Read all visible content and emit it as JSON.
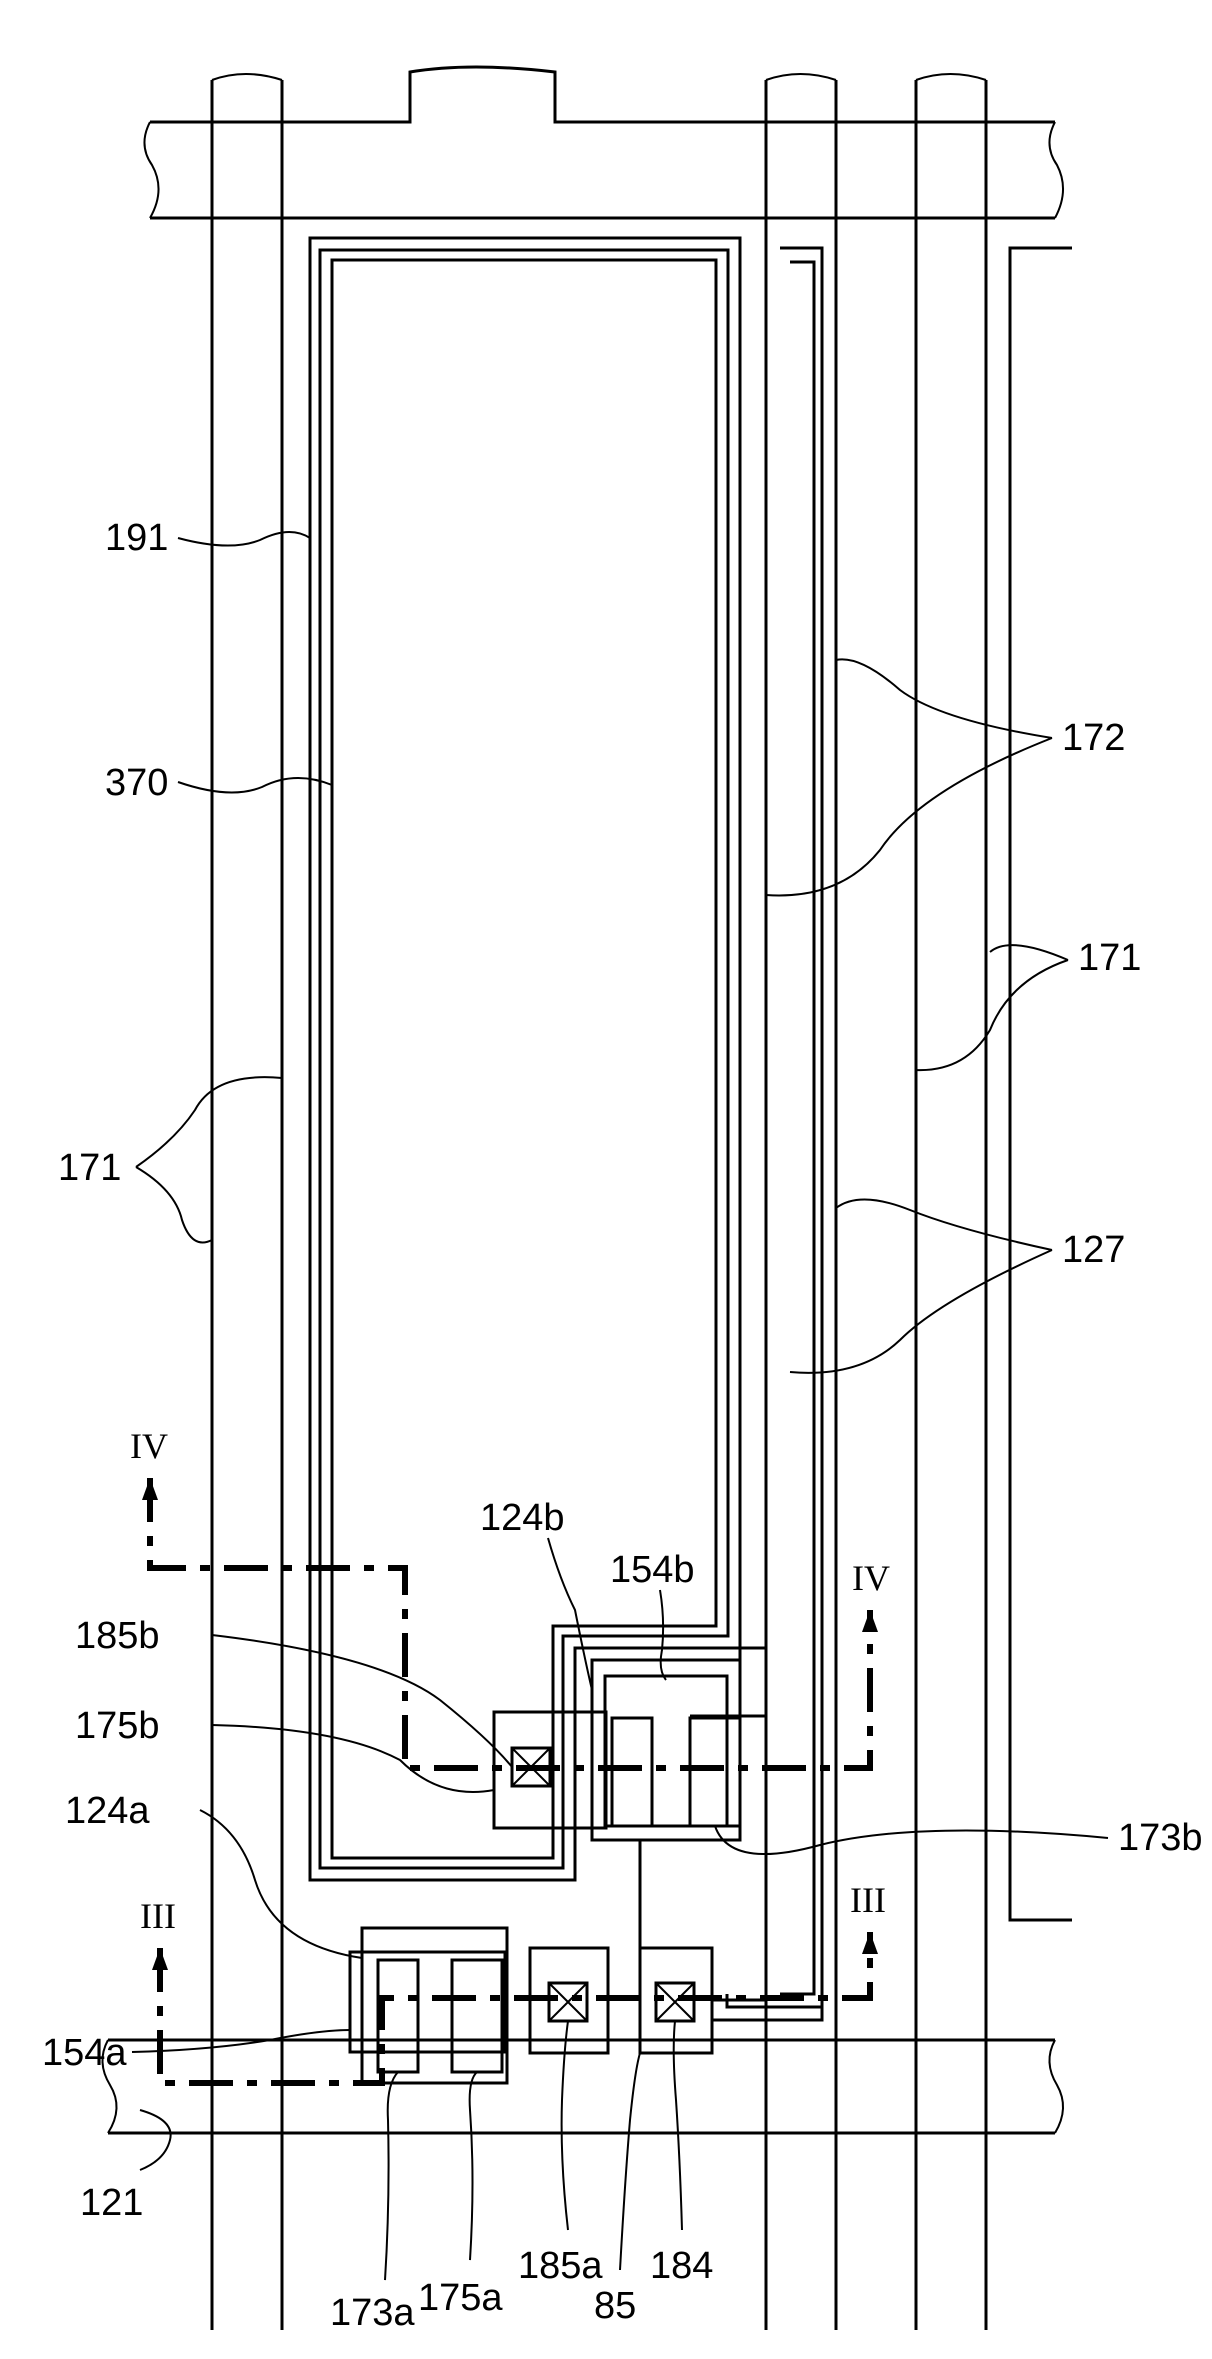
{
  "labels": {
    "l191": "191",
    "l370": "370",
    "l172": "172",
    "l171_right": "171",
    "l171_left": "171",
    "l127": "127",
    "l124b": "124b",
    "l154b": "154b",
    "l185b": "185b",
    "l175b": "175b",
    "l173b": "173b",
    "l124a": "124a",
    "l154a": "154a",
    "l121": "121",
    "l173a": "173a",
    "l175a": "175a",
    "l185a": "185a",
    "l85": "85",
    "l184": "184"
  },
  "section_markers": {
    "iv_left": "IV",
    "iv_right": "IV",
    "iii_left": "III",
    "iii_right": "III"
  },
  "colors": {
    "ink": "#000000",
    "paper": "#ffffff"
  }
}
